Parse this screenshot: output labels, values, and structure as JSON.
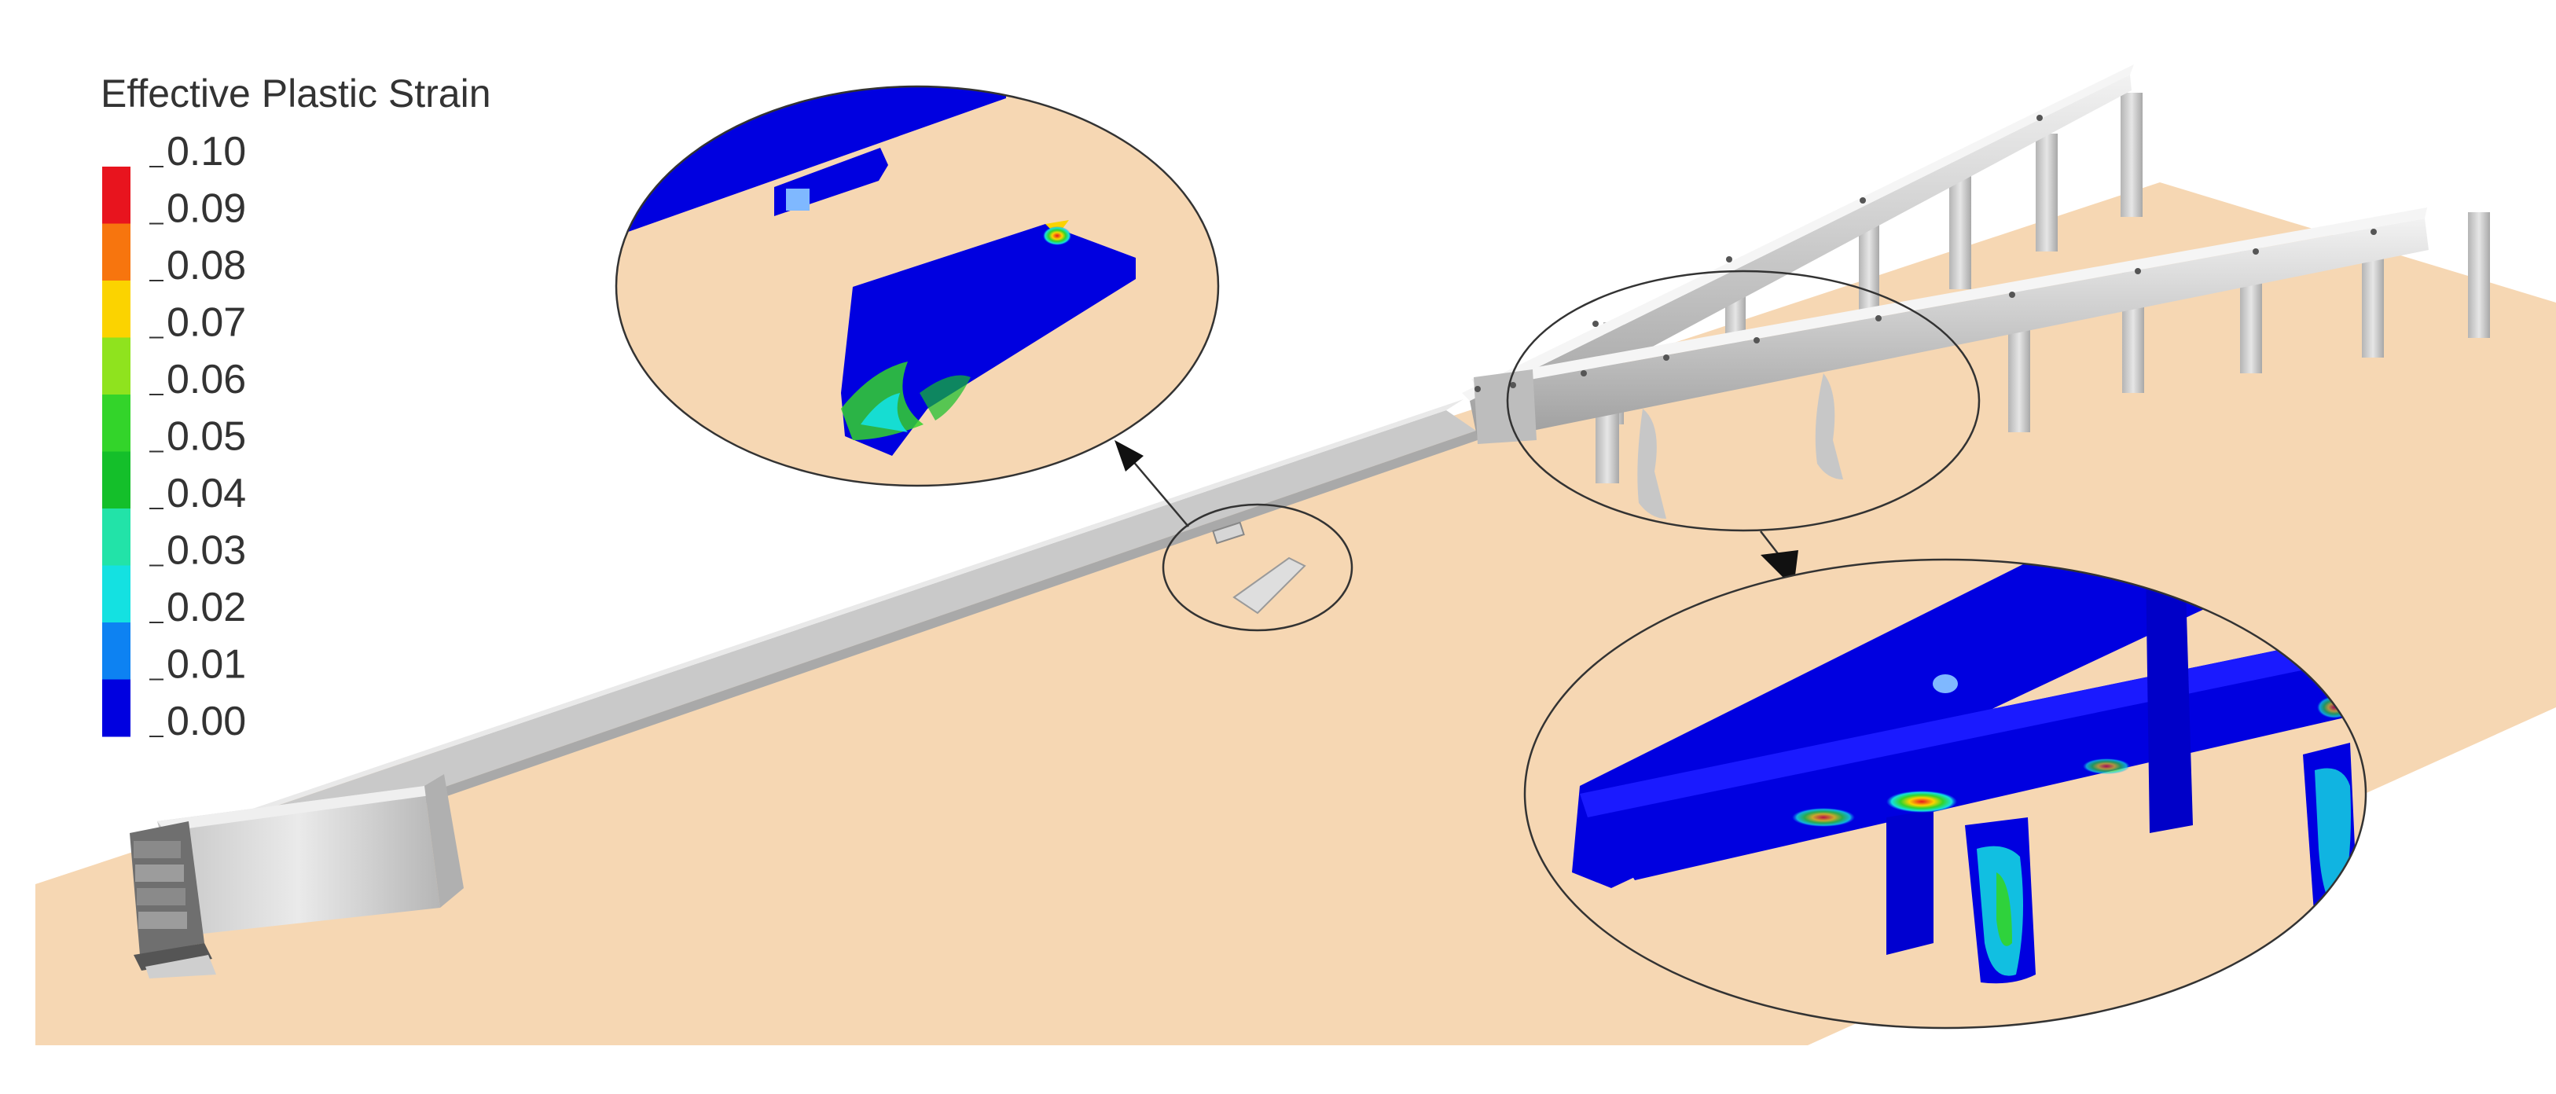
{
  "legend": {
    "title": "Effective Plastic Strain",
    "ticks": [
      "0.10",
      "0.09",
      "0.08",
      "0.07",
      "0.06",
      "0.05",
      "0.04",
      "0.03",
      "0.02",
      "0.01",
      "0.00"
    ],
    "colors": [
      "#e8141e",
      "#f7750e",
      "#fbd300",
      "#8fe31e",
      "#33d42a",
      "#14bf2a",
      "#22e3a8",
      "#14e1e1",
      "#0d82f2",
      "#0000e0"
    ]
  },
  "colors": {
    "ground": "#f6d7b3",
    "steel": "#d6d6d6",
    "strain_low": "#0000e0",
    "strain_high": "#e8141e"
  }
}
